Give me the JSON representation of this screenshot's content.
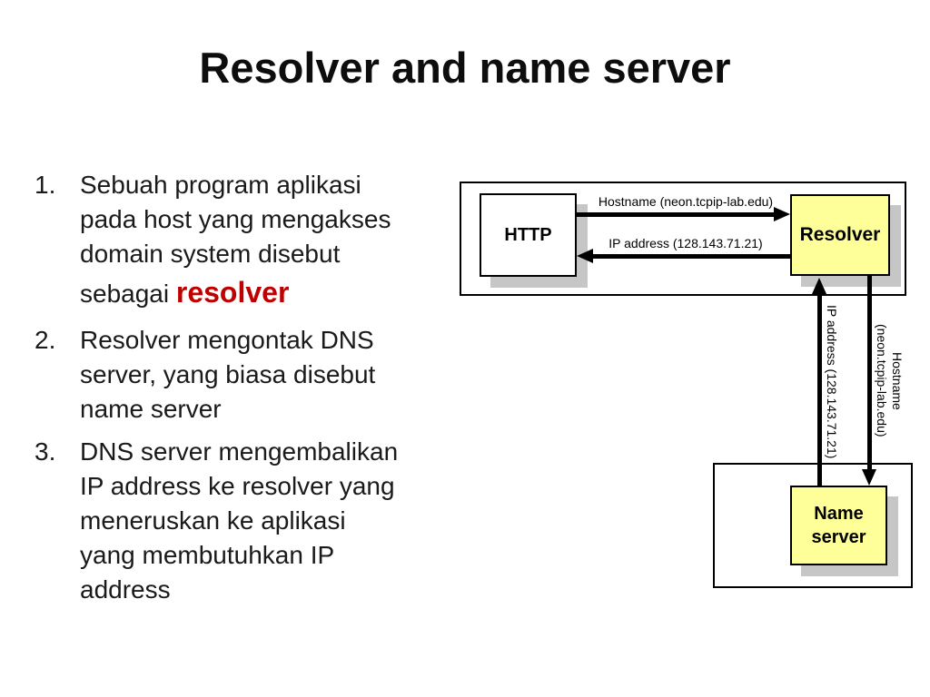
{
  "slide": {
    "title": "Resolver and name server",
    "bullets": [
      {
        "number": "1.",
        "lines": [
          "Sebuah program aplikasi",
          "pada host yang mengakses",
          "domain system disebut"
        ],
        "last_line_prefix": "sebagai ",
        "highlight": "resolver"
      },
      {
        "number": "2.",
        "lines": [
          "Resolver mengontak DNS",
          "server, yang biasa disebut",
          "name server"
        ]
      },
      {
        "number": "3.",
        "lines": [
          "DNS server mengembalikan",
          "IP address ke resolver yang",
          "meneruskan ke aplikasi",
          "yang membutuhkan IP",
          "address"
        ]
      }
    ]
  },
  "diagram": {
    "http_box": {
      "label": "HTTP"
    },
    "resolver_box": {
      "label": "Resolver"
    },
    "name_server_box": {
      "lines": [
        "Name",
        "server"
      ]
    },
    "arrow_labels": {
      "hostname_to_resolver": "Hostname (neon.tcpip-lab.edu)",
      "ip_to_http": "IP address (128.143.71.21)",
      "ip_to_resolver": "IP address (128.143.71.21)",
      "hostname_to_nameserver_lines": [
        "Hostname",
        "(neon.tcpip-lab.edu)"
      ]
    },
    "colors": {
      "box_fill_yellow": "#FFFF99",
      "box_shadow_gray": "#C6C6C6",
      "arrow_black": "#000000",
      "highlight_red": "#C00000"
    }
  }
}
